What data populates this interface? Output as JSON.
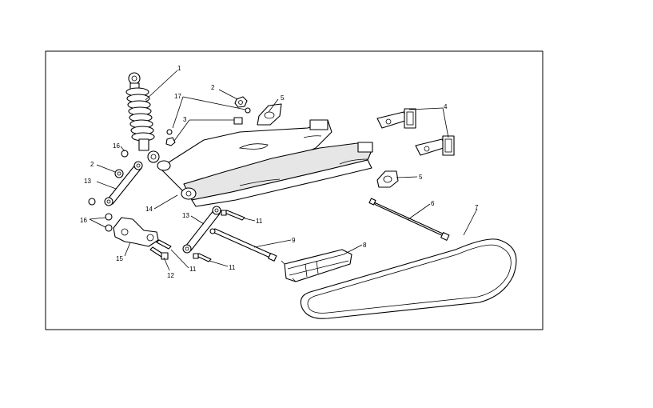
{
  "diagram": {
    "callouts": [
      {
        "id": "c1",
        "label": "1"
      },
      {
        "id": "c2a",
        "label": "2"
      },
      {
        "id": "c2b",
        "label": "2"
      },
      {
        "id": "c3",
        "label": "3"
      },
      {
        "id": "c4",
        "label": "4"
      },
      {
        "id": "c5a",
        "label": "5"
      },
      {
        "id": "c5b",
        "label": "5"
      },
      {
        "id": "c6",
        "label": "6"
      },
      {
        "id": "c7",
        "label": "7"
      },
      {
        "id": "c8",
        "label": "8"
      },
      {
        "id": "c9",
        "label": "9"
      },
      {
        "id": "c11a",
        "label": "11"
      },
      {
        "id": "c11b",
        "label": "11"
      },
      {
        "id": "c11c",
        "label": "11"
      },
      {
        "id": "c12",
        "label": "12"
      },
      {
        "id": "c13a",
        "label": "13"
      },
      {
        "id": "c13b",
        "label": "13"
      },
      {
        "id": "c14",
        "label": "14"
      },
      {
        "id": "c15",
        "label": "15"
      },
      {
        "id": "c16a",
        "label": "16"
      },
      {
        "id": "c16b",
        "label": "16"
      },
      {
        "id": "c17",
        "label": "17"
      }
    ]
  },
  "colors": {
    "line": "#000000",
    "background": "#ffffff",
    "shade": "#e6e6e6"
  }
}
